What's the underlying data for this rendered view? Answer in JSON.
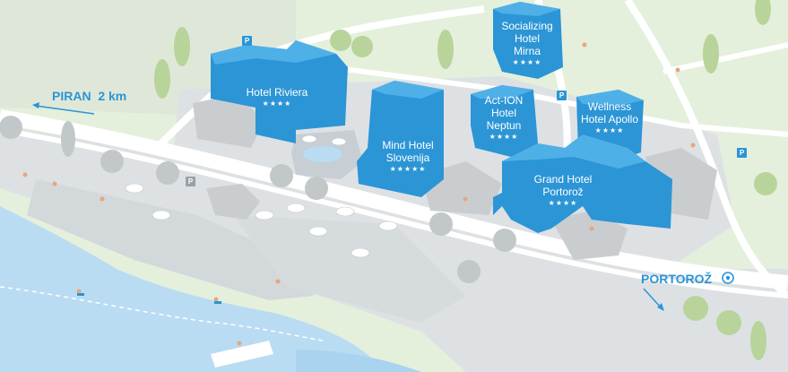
{
  "map": {
    "hotels": [
      {
        "id": "riviera",
        "name_lines": [
          "Hotel Riviera"
        ],
        "stars": "★★★★"
      },
      {
        "id": "slovenija",
        "name_lines": [
          "Mind Hotel",
          "Slovenija"
        ],
        "stars": "★★★★★"
      },
      {
        "id": "mirna",
        "name_lines": [
          "Socializing",
          "Hotel",
          "Mirna"
        ],
        "stars": "★★★★"
      },
      {
        "id": "neptun",
        "name_lines": [
          "Act-ION",
          "Hotel",
          "Neptun"
        ],
        "stars": "★★★★"
      },
      {
        "id": "apollo",
        "name_lines": [
          "Wellness",
          "Hotel Apollo"
        ],
        "stars": "★★★★"
      },
      {
        "id": "portoroz",
        "name_lines": [
          "Grand Hotel",
          "Portorož"
        ],
        "stars": "★★★★"
      }
    ],
    "directions": {
      "piran": "PIRAN  2 km",
      "portoroz": "PORTOROŽ"
    },
    "parking_symbol": "P",
    "colors": {
      "hotel_blue": "#2b95d6",
      "hotel_light": "#4fb0e8",
      "water": "#b9dcf2",
      "grass": "#e4f0dc",
      "road": "#ffffff",
      "plaza": "#dde1e4",
      "building_grey": "#c9cdd0",
      "tree": "#b8d49a"
    }
  }
}
